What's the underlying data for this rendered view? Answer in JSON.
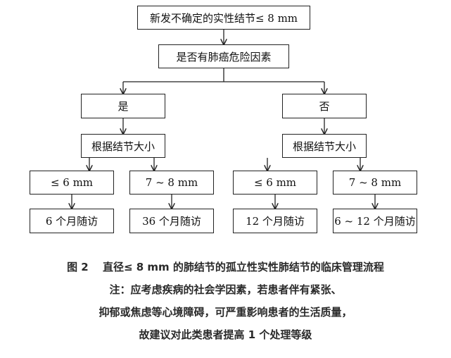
{
  "flowchart": {
    "root": "新发不确定的实性结节≤ 8 mm",
    "question": "是否有肺癌危险因素",
    "branch_yes": "是",
    "branch_no": "否",
    "yes_step": "根据结节大小",
    "no_step": "根据结节大小",
    "yes_size_small": "≤ 6 mm",
    "yes_size_large": "7 ~ 8 mm",
    "no_size_small": "≤ 6 mm",
    "no_size_large": "7 ~ 8 mm",
    "yes_small_followup": "6 个月随访",
    "yes_large_followup": "36 个月随访",
    "no_small_followup": "12 个月随访",
    "no_large_followup": "6 ~ 12 个月随访"
  },
  "caption": {
    "title": "图 2　 直径≤ 8 mm 的肺结节的孤立性实性肺结节的临床管理流程",
    "note_line1": "注：应考虑疾病的社会学因素，若患者伴有紧张、",
    "note_line2": "抑郁或焦虑等心境障碍，可严重影响患者的生活质量，",
    "note_line3": "故建议对此类患者提高 1 个处理等级"
  }
}
